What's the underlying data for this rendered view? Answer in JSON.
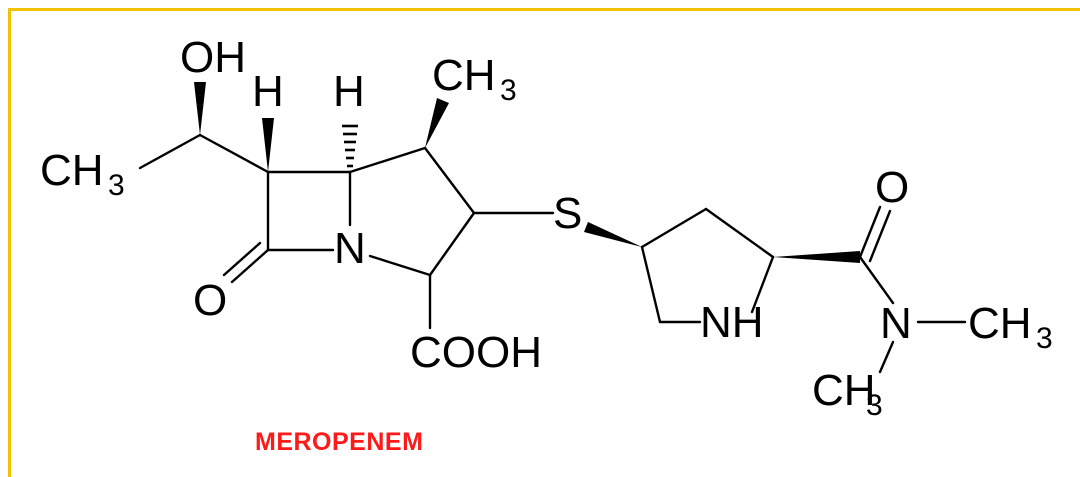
{
  "frame": {
    "border_color": "#f2c200"
  },
  "structure": {
    "labels": {
      "hydroxyl": "OH",
      "h_left": "H",
      "h_right": "H",
      "methyl_top": "CH",
      "methyl_top_sub": "3",
      "methyl_left": "CH",
      "methyl_left_sub": "3",
      "nitrogen_ring": "N",
      "carbonyl_oxygen": "O",
      "carboxyl": "COOH",
      "sulfur": "S",
      "amide_oxygen": "O",
      "pyrrolidine_nh": "NH",
      "amide_nitrogen": "N",
      "methyl_right": "CH",
      "methyl_right_sub": "3",
      "methyl_bottom": "CH",
      "methyl_bottom_sub": "3"
    },
    "bond_color": "#000000"
  },
  "caption": {
    "name": "MEROPENEM",
    "color": "#ff1a1a"
  }
}
